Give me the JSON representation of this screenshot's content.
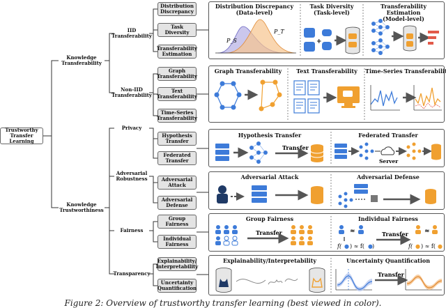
{
  "tree": {
    "root": "Trustworthy\nTransfer Learning",
    "knowledge_transferability": "Knowledge\nTransferability",
    "knowledge_trustworthiness": "Knowledge\nTrustworthiness",
    "iid": "IID\nTransferability",
    "non_iid": "Non-IID\nTransferability",
    "privacy": "Privacy",
    "adversarial": "Adversarial\nRobustness",
    "fairness": "Fairness",
    "transparency": "Transparency",
    "leaves": {
      "distribution_discrepancy": "Distribution\nDiscrepancy",
      "task_diversity": "Task\nDiversity",
      "transferability_estimation": "Transferability\nEstimation",
      "graph": "Graph\nTransferability",
      "text": "Text\nTransferability",
      "time_series": "Time-Series\nTransferability",
      "hypothesis": "Hypothesis\nTransfer",
      "federated": "Federated\nTransfer",
      "adv_attack": "Adversarial\nAttack",
      "adv_defense": "Adversarial\nDefense",
      "group": "Group\nFairness",
      "individual": "Individual\nFairness",
      "explainability": "Explainability/\nInterpretability",
      "uncertainty": "Uncertainty\nQuantification"
    }
  },
  "panels": {
    "iid": {
      "dd_title": "Distribution Discrepancy\n(Data-level)",
      "td_title": "Task Diversity\n(Task-level)",
      "te_title": "Transferability Estimation\n(Model-level)",
      "ps": "P_S",
      "pt": "P_T"
    },
    "non_iid": {
      "graph_title": "Graph Transferability",
      "text_title": "Text Transferability",
      "ts_title": "Time-Series Transferability"
    },
    "privacy": {
      "hyp_title": "Hypothesis Transfer",
      "fed_title": "Federated Transfer",
      "transfer": "Transfer",
      "server": "Server"
    },
    "adversarial": {
      "attack_title": "Adversarial Attack",
      "defense_title": "Adversarial Defense"
    },
    "fairness": {
      "group_title": "Group Fairness",
      "indiv_title": "Individual Fairness",
      "transfer": "Transfer",
      "approx": "≈"
    },
    "transparency": {
      "explain_title": "Explainability/Interpretability",
      "uq_title": "Uncertainty Quantification",
      "transfer": "Transfer"
    }
  },
  "caption": "Figure 2: Overview of trustworthy transfer learning (best viewed in color)."
}
